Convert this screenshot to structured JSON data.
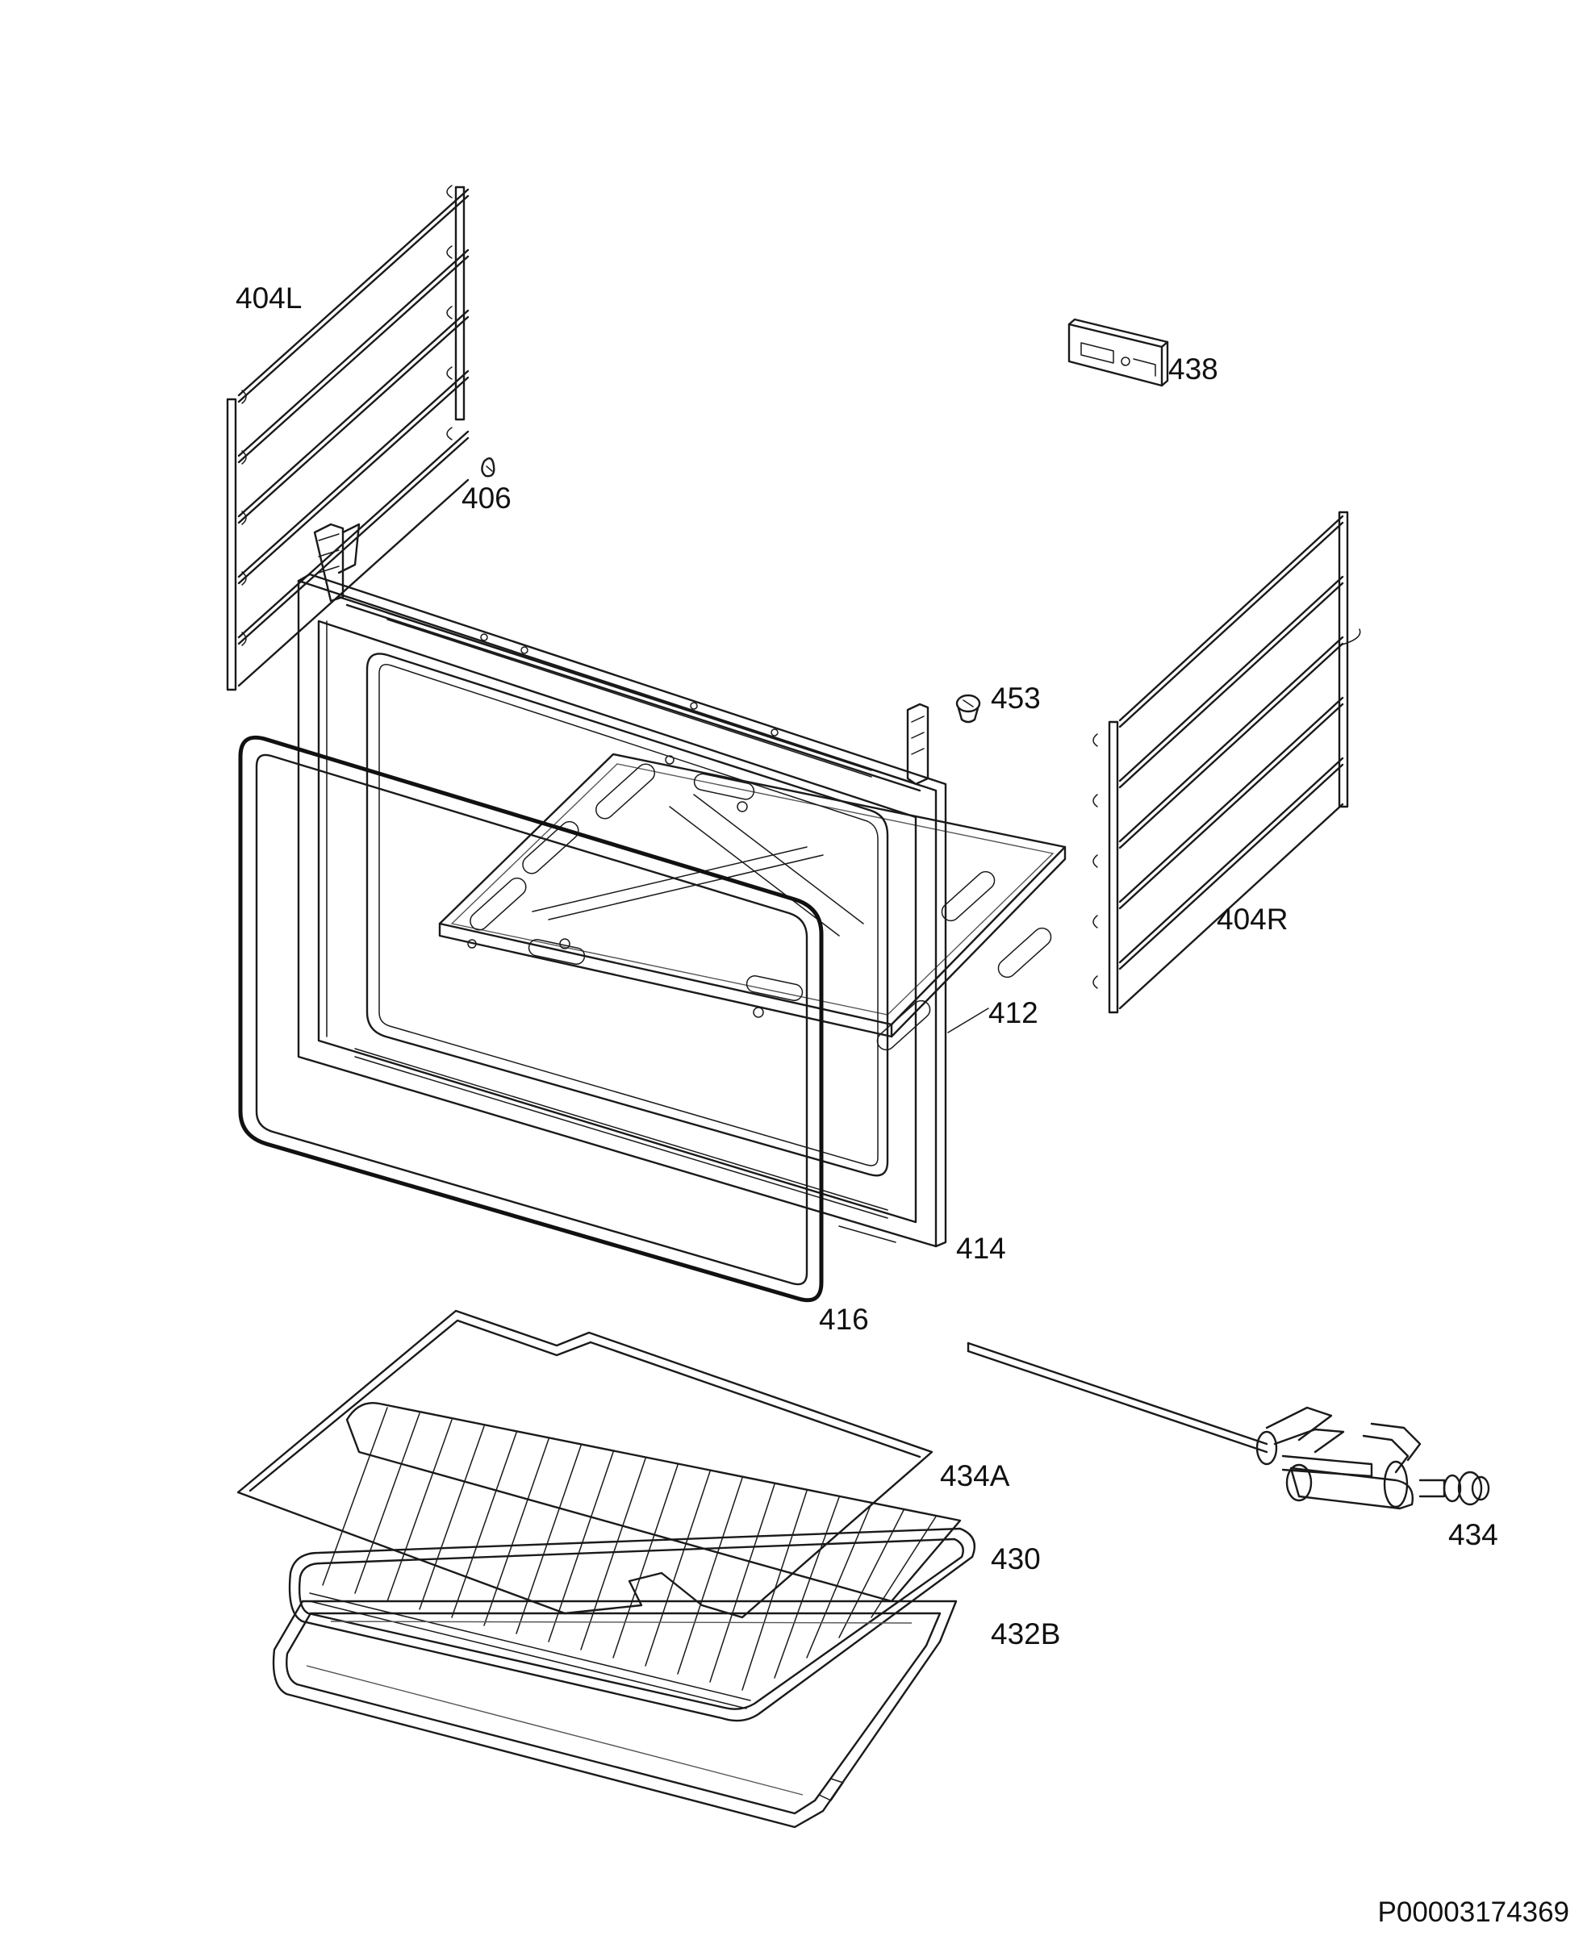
{
  "diagram": {
    "document_id": "P00003174369",
    "parts": [
      {
        "id": "404L",
        "label": "404L"
      },
      {
        "id": "438",
        "label": "438"
      },
      {
        "id": "406",
        "label": "406"
      },
      {
        "id": "453",
        "label": "453"
      },
      {
        "id": "404R",
        "label": "404R"
      },
      {
        "id": "412",
        "label": "412"
      },
      {
        "id": "414",
        "label": "414"
      },
      {
        "id": "416",
        "label": "416"
      },
      {
        "id": "434A",
        "label": "434A"
      },
      {
        "id": "434",
        "label": "434"
      },
      {
        "id": "430",
        "label": "430"
      },
      {
        "id": "432B",
        "label": "432B"
      }
    ]
  }
}
